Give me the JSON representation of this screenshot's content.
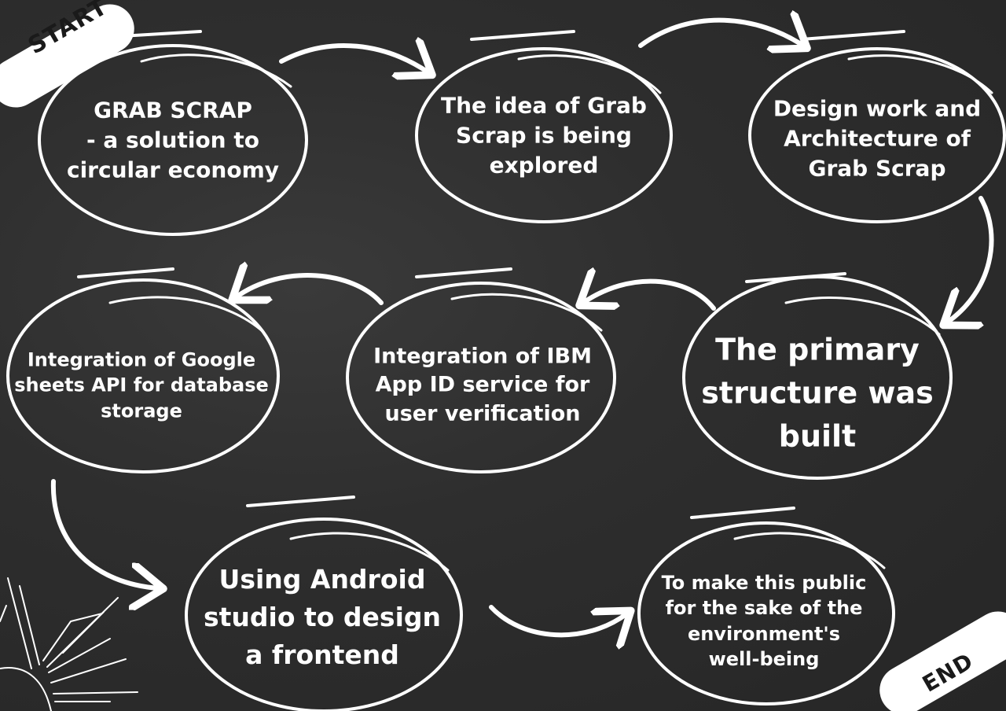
{
  "colors": {
    "board": "#2b2b2b",
    "chalk": "#ffffff",
    "pill_text": "#1a1a1a"
  },
  "labels": {
    "start": "START",
    "end": "END"
  },
  "nodes": [
    {
      "id": "grab-scrap-solution",
      "text": "GRAB SCRAP\n- a solution to\ncircular economy"
    },
    {
      "id": "idea-explored",
      "text": "The idea of Grab\nScrap is being\nexplored"
    },
    {
      "id": "design-architecture",
      "text": "Design work and\nArchitecture of\nGrab Scrap"
    },
    {
      "id": "primary-structure",
      "text": "The primary\nstructure was\nbuilt"
    },
    {
      "id": "ibm-app-id",
      "text": "Integration of IBM\nApp ID service for\nuser verification"
    },
    {
      "id": "google-sheets-api",
      "text": "Integration of Google\nsheets API for database\nstorage"
    },
    {
      "id": "android-frontend",
      "text": "Using Android\nstudio to design\na frontend"
    },
    {
      "id": "make-public",
      "text": "To make this public\nfor the sake of the\nenvironment's\nwell-being"
    }
  ]
}
